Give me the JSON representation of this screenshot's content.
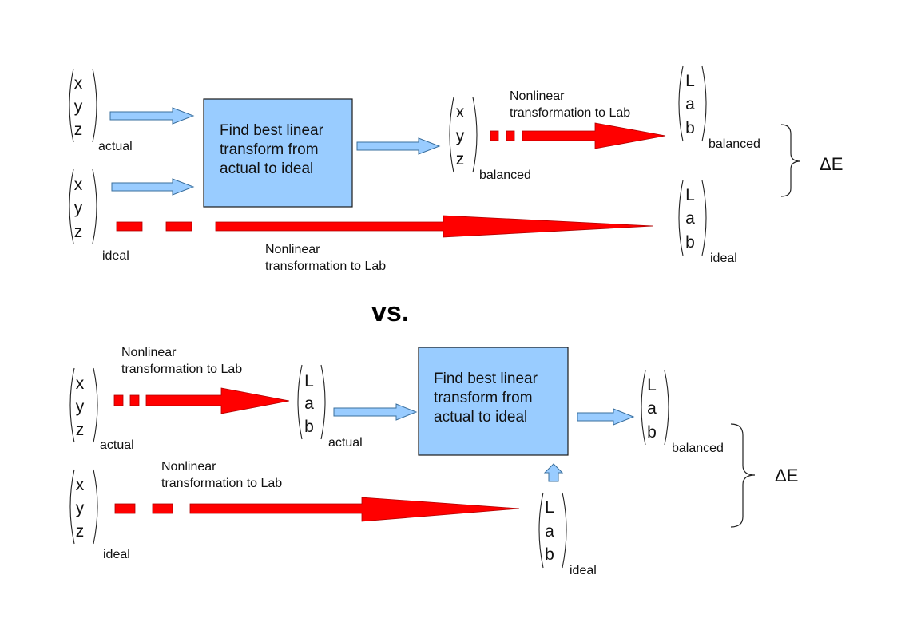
{
  "title": "Color balancing comparison: xyz-space linear transform vs Lab-space linear transform",
  "colors": {
    "blue_fill": "#99ccff",
    "red_arrow": "#ff0000",
    "text": "#111111"
  },
  "top": {
    "xyz_actual": {
      "letters": [
        "x",
        "y",
        "z"
      ],
      "subscript": "actual"
    },
    "xyz_ideal": {
      "letters": [
        "x",
        "y",
        "z"
      ],
      "subscript": "ideal"
    },
    "box_lines": [
      "Find best linear",
      "transform from",
      "actual to ideal"
    ],
    "xyz_balanced": {
      "letters": [
        "x",
        "y",
        "z"
      ],
      "subscript": "balanced"
    },
    "nonlinear_label_1": [
      "Nonlinear",
      "transformation to Lab"
    ],
    "nonlinear_label_2": [
      "Nonlinear",
      "transformation to Lab"
    ],
    "lab_balanced": {
      "letters": [
        "L",
        "a",
        "b"
      ],
      "subscript": "balanced"
    },
    "lab_ideal": {
      "letters": [
        "L",
        "a",
        "b"
      ],
      "subscript": "ideal"
    },
    "delta_e": "ΔE"
  },
  "separator": "vs.",
  "bottom": {
    "xyz_actual": {
      "letters": [
        "x",
        "y",
        "z"
      ],
      "subscript": "actual"
    },
    "xyz_ideal": {
      "letters": [
        "x",
        "y",
        "z"
      ],
      "subscript": "ideal"
    },
    "nonlinear_label_1": [
      "Nonlinear",
      "transformation to Lab"
    ],
    "nonlinear_label_2": [
      "Nonlinear",
      "transformation to Lab"
    ],
    "lab_actual": {
      "letters": [
        "L",
        "a",
        "b"
      ],
      "subscript": "actual"
    },
    "box_lines": [
      "Find best linear",
      "transform from",
      "actual to ideal"
    ],
    "lab_balanced": {
      "letters": [
        "L",
        "a",
        "b"
      ],
      "subscript": "balanced"
    },
    "lab_ideal": {
      "letters": [
        "L",
        "a",
        "b"
      ],
      "subscript": "ideal"
    },
    "delta_e": "ΔE"
  }
}
